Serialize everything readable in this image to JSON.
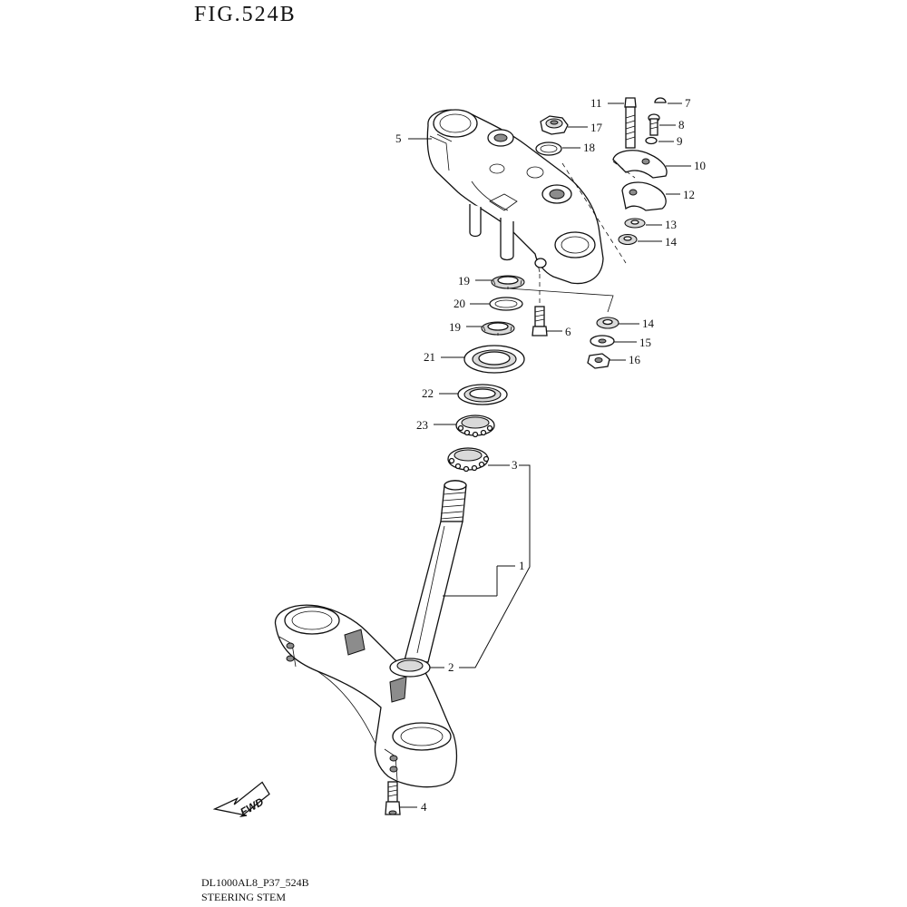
{
  "header": {
    "title": "FIG.524B"
  },
  "footer": {
    "code": "DL1000AL8_P37_524B",
    "name": "STEERING STEM"
  },
  "fwd_arrow": {
    "label": "FWD"
  },
  "callouts": {
    "c1": "1",
    "c2": "2",
    "c3": "3",
    "c4": "4",
    "c5": "5",
    "c6": "6",
    "c7": "7",
    "c8": "8",
    "c9": "9",
    "c10": "10",
    "c11": "11",
    "c12": "12",
    "c13": "13",
    "c14a": "14",
    "c14b": "14",
    "c15": "15",
    "c16": "16",
    "c17": "17",
    "c18": "18",
    "c19a": "19",
    "c19b": "19",
    "c20": "20",
    "c21": "21",
    "c22": "22",
    "c23": "23"
  }
}
